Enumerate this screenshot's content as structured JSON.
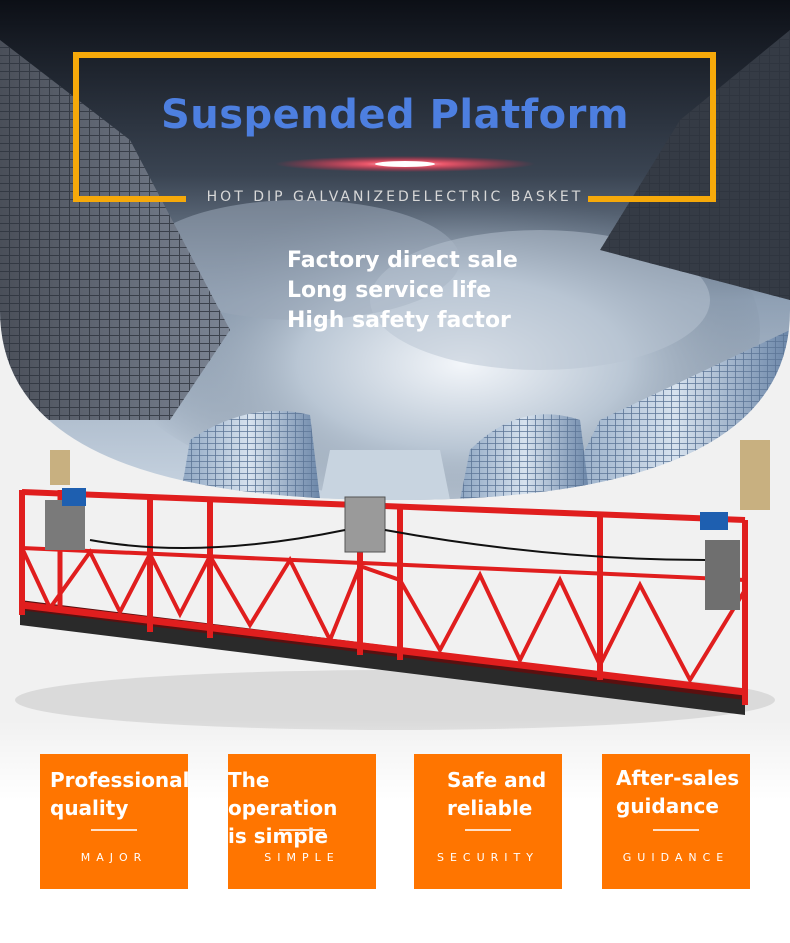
{
  "banner": {
    "title": "Suspended Platform",
    "subtitle": "HOT DIP GALVANIZEDELECTRIC BASKET"
  },
  "features": [
    "Factory direct sale",
    "Long service life",
    "High safety factor"
  ],
  "cards": [
    {
      "title": "Professional\nquality",
      "sub": "MAJOR"
    },
    {
      "title": "The operation\nis simple",
      "sub": "SIMPLE"
    },
    {
      "title": "Safe and\nreliable",
      "sub": "SECURITY"
    },
    {
      "title": "After-sales\nguidance",
      "sub": "GUIDANCE"
    }
  ],
  "colors": {
    "accent_frame": "#f6a90a",
    "title_blue": "#4d7fe0",
    "card_orange": "#ff7500",
    "platform_red": "#e01e1e"
  }
}
